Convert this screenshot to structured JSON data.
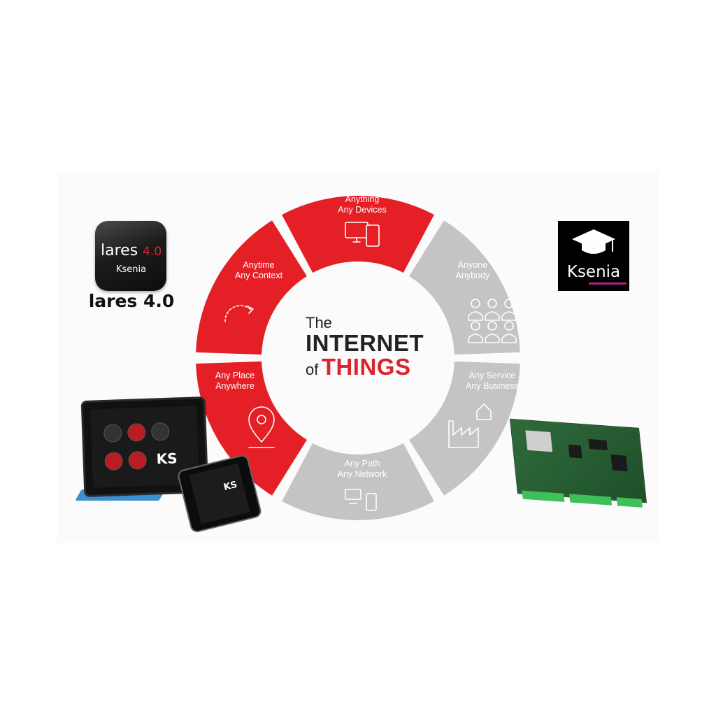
{
  "diagram": {
    "center": {
      "line1": "The",
      "line2": "INTERNET",
      "line3a": "of",
      "line3b": "THINGS"
    },
    "segments": [
      {
        "id": "anything",
        "line1": "Anything",
        "line2": "Any Devices",
        "icon": "devices-icon",
        "color": "#e41f26"
      },
      {
        "id": "anyone",
        "line1": "Anyone",
        "line2": "Anybody",
        "icon": "people-icon",
        "color": "#c4c4c4"
      },
      {
        "id": "service",
        "line1": "Any Service",
        "line2": "Any Business",
        "icon": "factory-icon",
        "color": "#c4c4c4"
      },
      {
        "id": "path",
        "line1": "Any Path",
        "line2": "Any Network",
        "icon": "network-icon",
        "color": "#c4c4c4"
      },
      {
        "id": "place",
        "line1": "Any Place",
        "line2": "Anywhere",
        "icon": "location-pin-icon",
        "color": "#e41f26"
      },
      {
        "id": "anytime",
        "line1": "Anytime",
        "line2": "Any Context",
        "icon": "refresh-arrow-icon",
        "color": "#e41f26"
      }
    ]
  },
  "app": {
    "icon_name": "lares",
    "icon_version": "4.0",
    "icon_brand": "Ksenia",
    "caption": "lares 4.0"
  },
  "logo": {
    "wordmark": "Ksenia",
    "icon": "graduation-cap-icon"
  },
  "colors": {
    "accent": "#e41f26",
    "grey": "#c4c4c4",
    "title": "#d7262d"
  }
}
